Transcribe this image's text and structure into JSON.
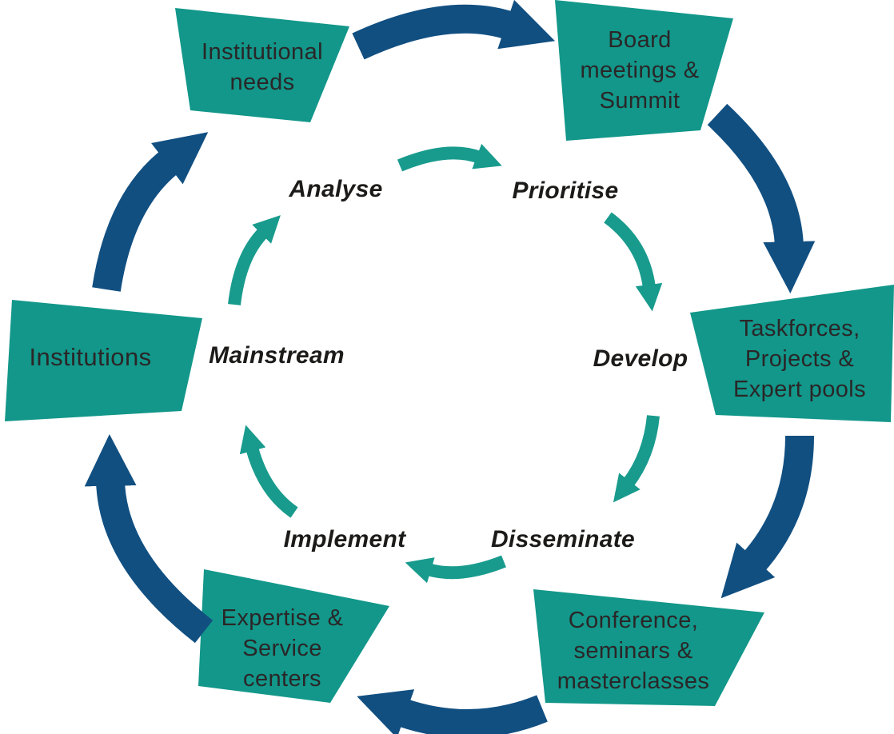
{
  "diagram": {
    "description": "Circular process cycle diagram",
    "colors": {
      "box_teal": "#12978a",
      "arrow_teal": "#189b8d",
      "arrow_blue": "#114f81",
      "box_text": "#2a2627",
      "step_text": "#1c1b19"
    },
    "outer_boxes": [
      {
        "name": "institutional-needs",
        "lines": [
          "Institutional",
          "needs"
        ]
      },
      {
        "name": "board-meetings-summit",
        "lines": [
          "Board",
          "meetings &",
          "Summit"
        ]
      },
      {
        "name": "taskforces-projects-expert-pools",
        "lines": [
          "Taskforces,",
          "Projects &",
          "Expert pools"
        ]
      },
      {
        "name": "conference-seminars-masterclasses",
        "lines": [
          "Conference,",
          "seminars &",
          "masterclasses"
        ]
      },
      {
        "name": "expertise-service-centers",
        "lines": [
          "Expertise &",
          "Service",
          "centers"
        ]
      },
      {
        "name": "institutions",
        "lines": [
          "Institutions"
        ]
      }
    ],
    "inner_steps": [
      {
        "name": "analyse",
        "label": "Analyse"
      },
      {
        "name": "prioritise",
        "label": "Prioritise"
      },
      {
        "name": "develop",
        "label": "Develop"
      },
      {
        "name": "disseminate",
        "label": "Disseminate"
      },
      {
        "name": "implement",
        "label": "Implement"
      },
      {
        "name": "mainstream",
        "label": "Mainstream"
      }
    ],
    "flows": {
      "outer_sequence": [
        "institutional-needs",
        "board-meetings-summit",
        "taskforces-projects-expert-pools",
        "conference-seminars-masterclasses",
        "expertise-service-centers",
        "institutions"
      ],
      "inner_sequence": [
        "analyse",
        "prioritise",
        "develop",
        "disseminate",
        "implement",
        "mainstream"
      ]
    }
  }
}
